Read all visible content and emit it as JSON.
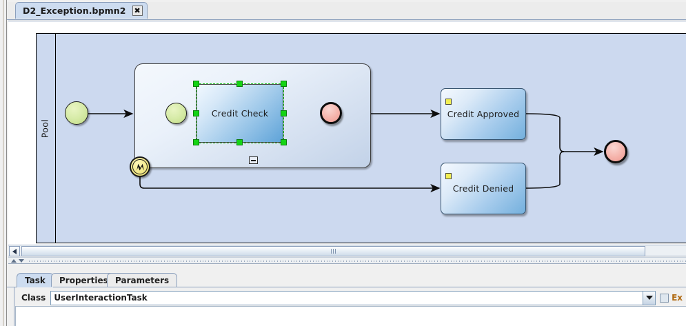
{
  "window": {
    "document_tab": {
      "label": "D2_Exception.bpmn2",
      "close_glyph": "✖"
    }
  },
  "diagram": {
    "pool": {
      "label": "Pool"
    },
    "subprocess": {
      "collapse_marker": "minus"
    },
    "elements": [
      {
        "name": "start-event",
        "type": "start-event",
        "label": ""
      },
      {
        "name": "subprocess-start-event",
        "type": "start-event",
        "label": ""
      },
      {
        "name": "credit-check-task",
        "type": "task",
        "label": "Credit Check",
        "selected": true
      },
      {
        "name": "subprocess-end-event",
        "type": "end-event",
        "label": ""
      },
      {
        "name": "error-boundary-event",
        "type": "boundary-error-event",
        "label": ""
      },
      {
        "name": "credit-approved-task",
        "type": "task",
        "label": "Credit Approved",
        "selected": false
      },
      {
        "name": "credit-denied-task",
        "type": "task",
        "label": "Credit Denied",
        "selected": false
      },
      {
        "name": "end-event",
        "type": "end-event",
        "label": ""
      }
    ],
    "colors": {
      "pool_fill": "#ccd9ef",
      "start_event_fill": "#d8eCaa",
      "end_event_fill": "#f5b3ab",
      "task_fill": "#a9cded",
      "boundary_event_fill": "#f2e88a",
      "selection_handle": "#14d414",
      "selection_outline": "#18c018",
      "task_marker": "#f2ef52"
    }
  },
  "scrollbar": {
    "left_arrow": "left-arrow",
    "grip": "grip"
  },
  "properties_panel": {
    "tabs": [
      {
        "label": "Task",
        "active": true
      },
      {
        "label": "Properties",
        "active": false
      },
      {
        "label": "Parameters",
        "active": false
      }
    ],
    "class_field": {
      "label": "Class",
      "value": "UserInteractionTask",
      "placeholder": ""
    },
    "executable_checkbox": {
      "label": "Ex",
      "checked": false
    }
  }
}
